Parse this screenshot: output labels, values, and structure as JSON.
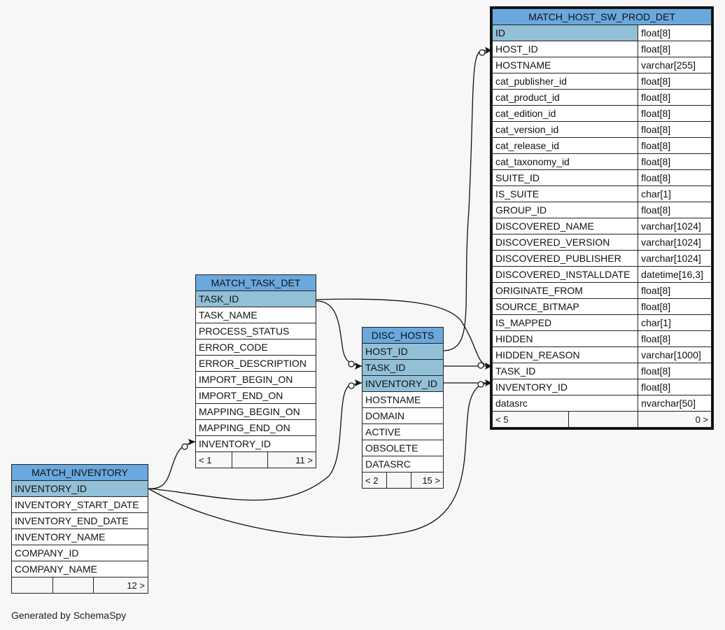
{
  "tables": {
    "match_host_sw_prod_det": {
      "name": "MATCH_HOST_SW_PROD_DET",
      "columns": [
        {
          "name": "ID",
          "type": "float[8]"
        },
        {
          "name": "HOST_ID",
          "type": "float[8]"
        },
        {
          "name": "HOSTNAME",
          "type": "varchar[255]"
        },
        {
          "name": "cat_publisher_id",
          "type": "float[8]"
        },
        {
          "name": "cat_product_id",
          "type": "float[8]"
        },
        {
          "name": "cat_edition_id",
          "type": "float[8]"
        },
        {
          "name": "cat_version_id",
          "type": "float[8]"
        },
        {
          "name": "cat_release_id",
          "type": "float[8]"
        },
        {
          "name": "cat_taxonomy_id",
          "type": "float[8]"
        },
        {
          "name": "SUITE_ID",
          "type": "float[8]"
        },
        {
          "name": "IS_SUITE",
          "type": "char[1]"
        },
        {
          "name": "GROUP_ID",
          "type": "float[8]"
        },
        {
          "name": "DISCOVERED_NAME",
          "type": "varchar[1024]"
        },
        {
          "name": "DISCOVERED_VERSION",
          "type": "varchar[1024]"
        },
        {
          "name": "DISCOVERED_PUBLISHER",
          "type": "varchar[1024]"
        },
        {
          "name": "DISCOVERED_INSTALLDATE",
          "type": "datetime[16,3]"
        },
        {
          "name": "ORIGINATE_FROM",
          "type": "float[8]"
        },
        {
          "name": "SOURCE_BITMAP",
          "type": "float[8]"
        },
        {
          "name": "IS_MAPPED",
          "type": "char[1]"
        },
        {
          "name": "HIDDEN",
          "type": "float[8]"
        },
        {
          "name": "HIDDEN_REASON",
          "type": "varchar[1000]"
        },
        {
          "name": "TASK_ID",
          "type": "float[8]"
        },
        {
          "name": "INVENTORY_ID",
          "type": "float[8]"
        },
        {
          "name": "datasrc",
          "type": "nvarchar[50]"
        }
      ],
      "footer": {
        "left": "< 5",
        "right": "0 >"
      }
    },
    "match_task_det": {
      "name": "MATCH_TASK_DET",
      "columns": [
        "TASK_ID",
        "TASK_NAME",
        "PROCESS_STATUS",
        "ERROR_CODE",
        "ERROR_DESCRIPTION",
        "IMPORT_BEGIN_ON",
        "IMPORT_END_ON",
        "MAPPING_BEGIN_ON",
        "MAPPING_END_ON",
        "INVENTORY_ID"
      ],
      "footer": {
        "left": "< 1",
        "right": "11 >"
      }
    },
    "disc_hosts": {
      "name": "DISC_HOSTS",
      "columns": [
        "HOST_ID",
        "TASK_ID",
        "INVENTORY_ID",
        "HOSTNAME",
        "DOMAIN",
        "ACTIVE",
        "OBSOLETE",
        "DATASRC"
      ],
      "footer": {
        "left": "< 2",
        "right": "15 >"
      }
    },
    "match_inventory": {
      "name": "MATCH_INVENTORY",
      "columns": [
        "INVENTORY_ID",
        "INVENTORY_START_DATE",
        "INVENTORY_END_DATE",
        "INVENTORY_NAME",
        "COMPANY_ID",
        "COMPANY_NAME"
      ],
      "footer": {
        "left": "",
        "right": "12 >"
      }
    }
  },
  "footer_text": "Generated by SchemaSpy"
}
